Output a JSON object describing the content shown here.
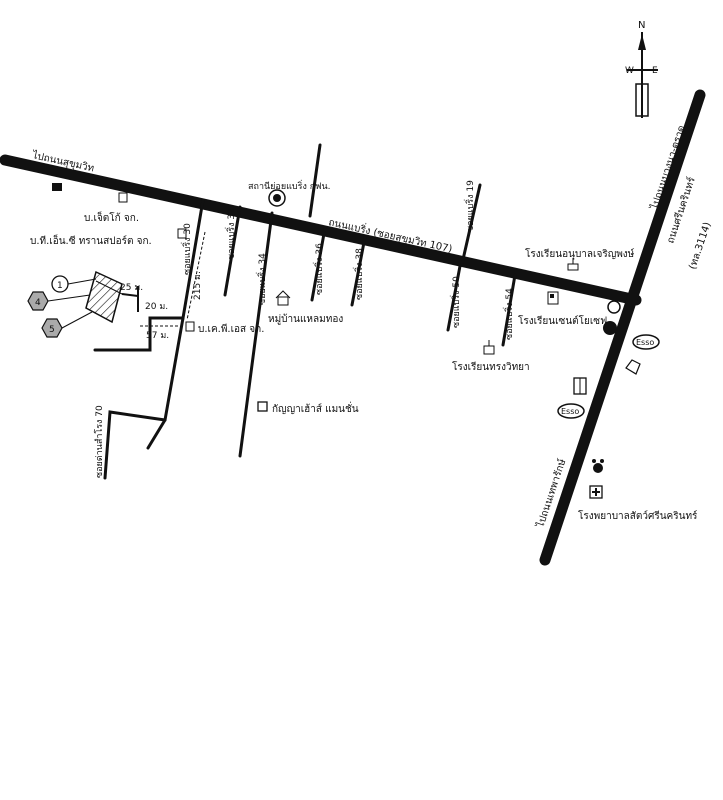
{
  "compass": {
    "north": "N",
    "west": "W",
    "east": "E"
  },
  "roads": {
    "to_sukhumvit": "ไปถนนสุขุมวิท",
    "main_road": "ถนนแบริ่ง (ซอยสุขุมวิท 107)",
    "to_bangna_trat": "ไปถนนบางนา-ตราด",
    "srinakarin": "ถนนศรีนครินทร์",
    "highway_number": "(ทล.3114)",
    "to_thepharak": "ไปถนนเทพารักษ์",
    "soi_dan_samrong_70": "ซอยด่านสำโรง 70"
  },
  "sois": {
    "s30": "ซอยแบริ่ง 30",
    "s32": "ซอยแบริ่ง 32",
    "s34": "ซอยแบริ่ง 34",
    "s36": "ซอยแบริ่ง 36",
    "s38": "ซอยแบริ่ง 38",
    "s19": "ซอยแบริ่ง 19",
    "s50": "ซอยแบริ่ง 50",
    "s54": "ซอยแบริ่ง 54"
  },
  "places": {
    "jetco": "บ.เจ็ตโก้ จก.",
    "tnc": "บ.ที.เอ็น.ซี ทรานสปอร์ต จก.",
    "station": "สถานีย่อยแบริ่ง กฟน.",
    "kp": "บ.เค.พี.เอส จก.",
    "village": "หมู่บ้านแหลมทอง",
    "kanya": "กัญญาเฮ้าส์ แมนชั่น",
    "anuban": "โรงเรียนอนุบาลเจริญพงษ์",
    "st_joseph": "โรงเรียนเซนต์โยเซฟ",
    "song_witthaya": "โรงเรียนทรงวิทยา",
    "hospital": "โรงพยาบาลสัตว์ศรีนครินทร์"
  },
  "markers": {
    "m1": "1",
    "m4": "4",
    "m5": "5"
  },
  "distances": {
    "d25": "25 ม.",
    "d20": "20 ม.",
    "d57": "57 ม.",
    "d215": "215 ม."
  },
  "esso": "Esso"
}
